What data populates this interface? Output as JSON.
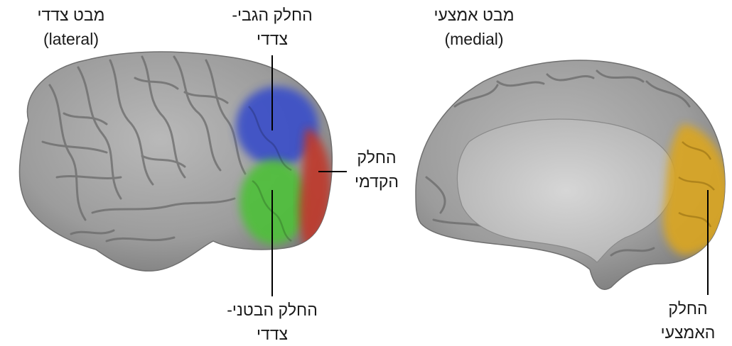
{
  "lateral_view": {
    "title": "מבט צדדי",
    "subtitle": "(lateral)"
  },
  "medial_view": {
    "title": "מבט אמצעי",
    "subtitle": "(medial)"
  },
  "regions": {
    "dorsolateral": {
      "line1": "החלק הגבי-",
      "line2": "צדדי",
      "color": "#3a4fc8"
    },
    "ventrolateral": {
      "line1": "החלק הבטני-",
      "line2": "צדדי",
      "color": "#4fbf3a"
    },
    "anterior": {
      "line1": "החלק",
      "line2": "הקדמי",
      "color": "#c0392b"
    },
    "medial": {
      "line1": "החלק",
      "line2": "האמצעי",
      "color": "#d9a520"
    }
  }
}
